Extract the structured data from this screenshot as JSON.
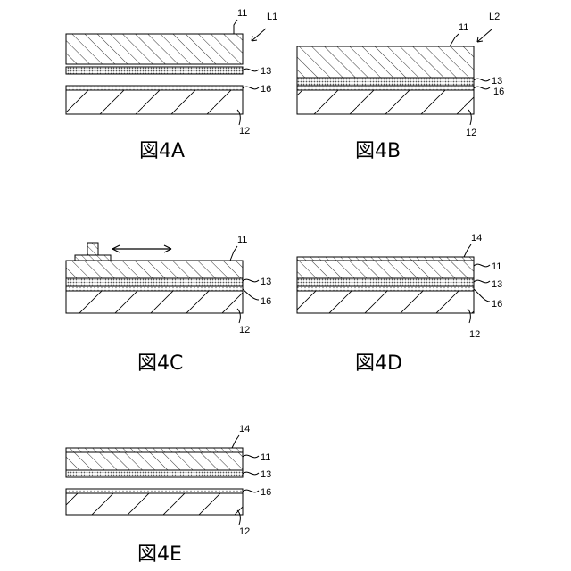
{
  "figures": [
    {
      "caption": "図4A",
      "labels": {
        "layer_11": "11",
        "layer_13": "13",
        "layer_16": "16",
        "layer_12": "12",
        "structure": "L1"
      }
    },
    {
      "caption": "図4B",
      "labels": {
        "layer_11": "11",
        "layer_13": "13",
        "layer_16": "16",
        "layer_12": "12",
        "structure": "L2"
      }
    },
    {
      "caption": "図4C",
      "labels": {
        "layer_11": "11",
        "layer_13": "13",
        "layer_16": "16",
        "layer_12": "12"
      }
    },
    {
      "caption": "図4D",
      "labels": {
        "layer_14": "14",
        "layer_11": "11",
        "layer_13": "13",
        "layer_16": "16",
        "layer_12": "12"
      }
    },
    {
      "caption": "図4E",
      "labels": {
        "layer_14": "14",
        "layer_11": "11",
        "layer_13": "13",
        "layer_16": "16",
        "layer_12": "12"
      }
    }
  ]
}
